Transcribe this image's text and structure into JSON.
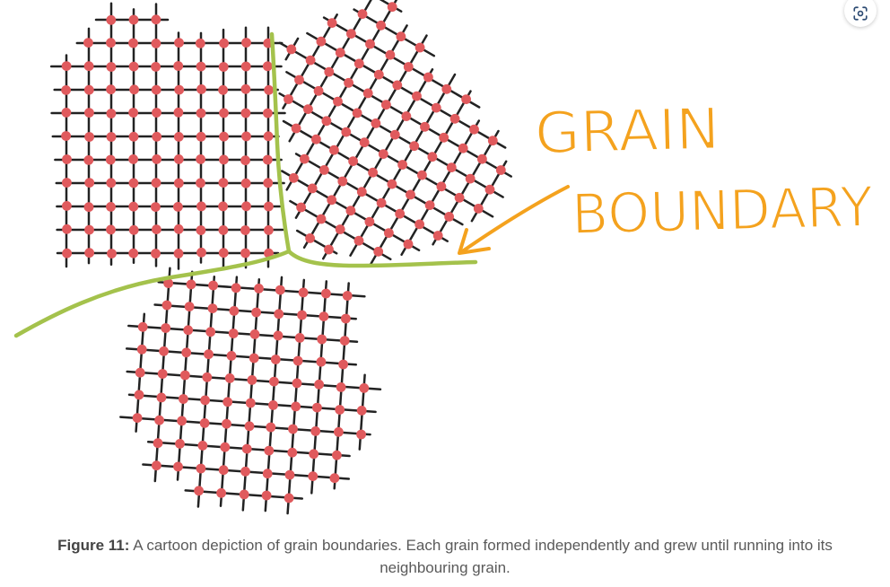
{
  "toolbar": {
    "visual_search_icon": "visual-search-icon"
  },
  "figure": {
    "annotation": {
      "line1": "GRAIN",
      "line2": "BOUNDARY"
    },
    "caption": {
      "label": "Figure 11:",
      "text": "A cartoon depiction of grain boundaries. Each grain formed independently and grew until running into its neighbouring grain."
    },
    "colors": {
      "lattice_line": "#222222",
      "atom": "#e05a5d",
      "grain_boundary": "#a4c24c",
      "annotation": "#f4a21e",
      "caption_text": "#5a5a5a"
    }
  }
}
